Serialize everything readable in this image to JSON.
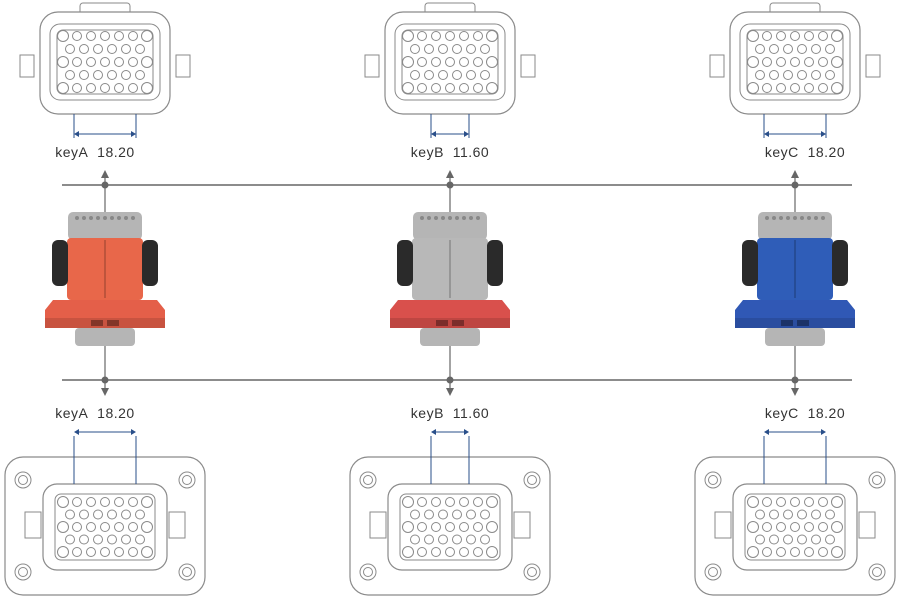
{
  "columns": [
    {
      "key": "keyA",
      "value": "18.20",
      "body_color": "#e8674a",
      "flange_color": "#e45f49",
      "spacing": 62
    },
    {
      "key": "keyB",
      "value": "11.60",
      "body_color": "#b8b8b8",
      "flange_color": "#d9504c",
      "spacing": 38
    },
    {
      "key": "keyC",
      "value": "18.20",
      "body_color": "#2f5db8",
      "flange_color": "#3058b5",
      "spacing": 62
    }
  ],
  "colors": {
    "line": "#666666",
    "dim": "#2a4f8a",
    "drawing": "#8a8a8a",
    "cap_gray": "#b5b5b5",
    "latch": "#2a2a2a"
  }
}
